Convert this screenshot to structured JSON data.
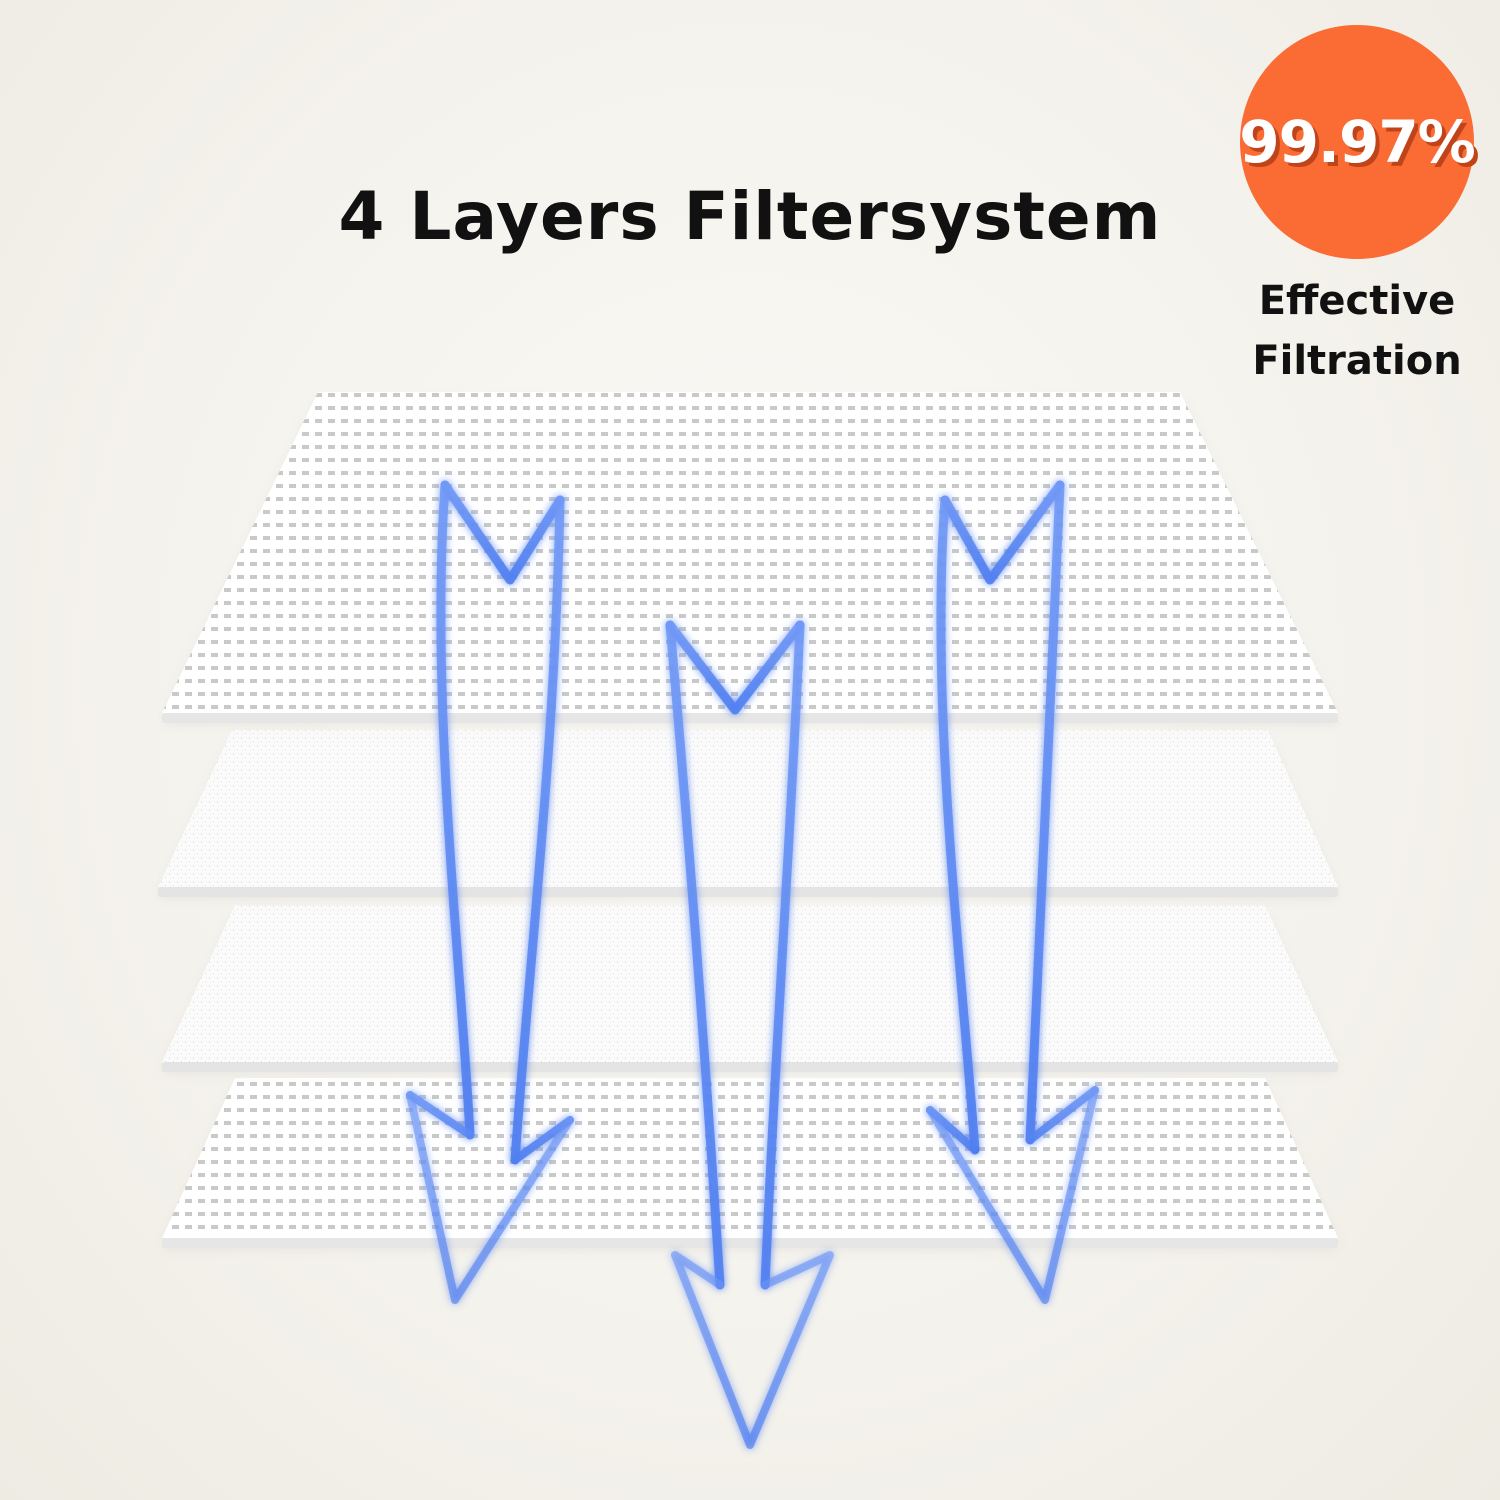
{
  "header": {
    "title": "4 Layers Filtersystem"
  },
  "badge": {
    "value": "99.97%",
    "caption_line1": "Effective",
    "caption_line2": "Filtration",
    "color": "#fb6b34"
  },
  "illustration": {
    "layers": [
      "mesh",
      "fiber",
      "fiber",
      "mesh"
    ],
    "arrow_color": "#5b86f2",
    "icons": [
      "filter-layer",
      "airflow-arrow"
    ]
  }
}
